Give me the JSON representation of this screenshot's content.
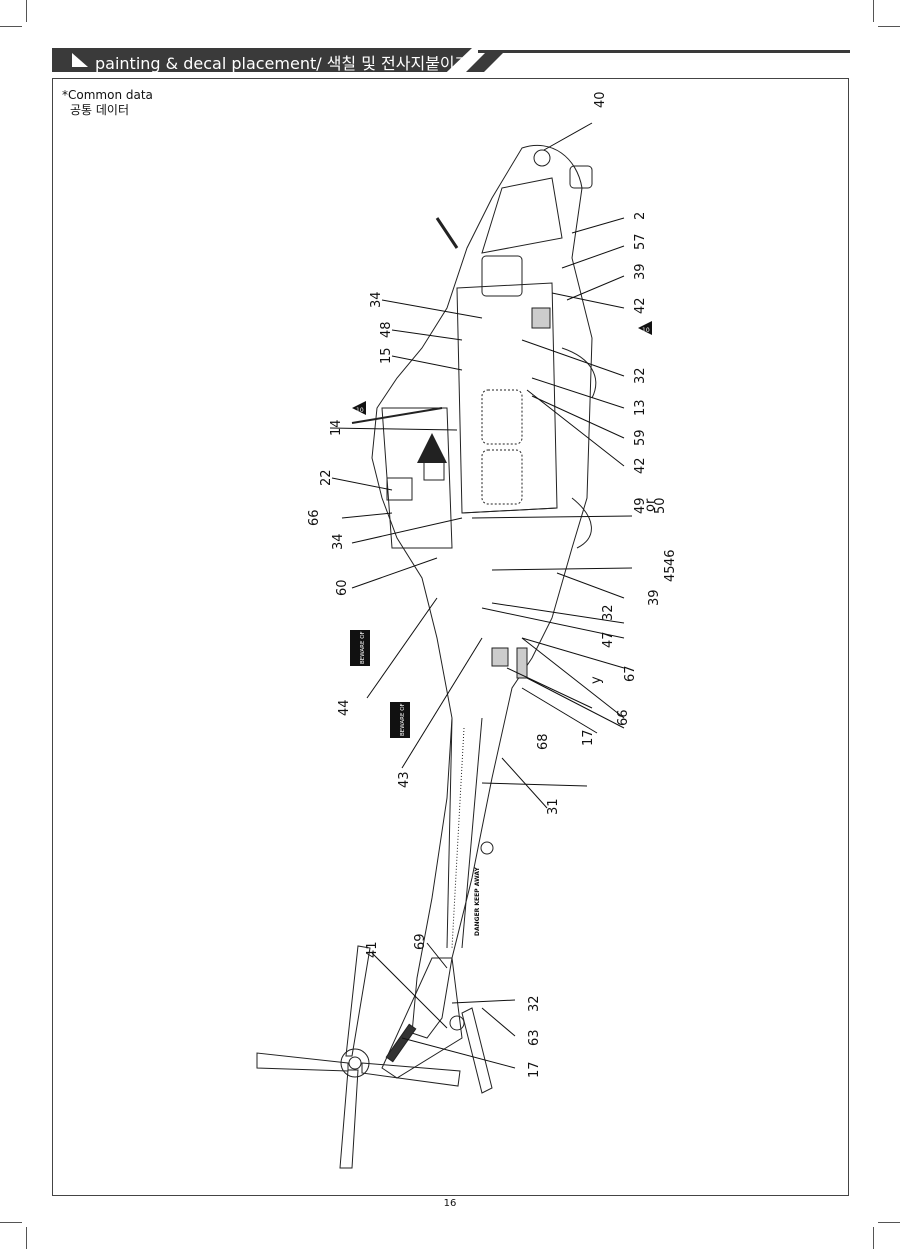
{
  "header": {
    "title": "painting & decal placement/ 색칠 및 전사지붙이기"
  },
  "note": {
    "line1": "*Common data",
    "line2": "공통 데이터"
  },
  "callouts": [
    {
      "id": "c40",
      "text": "40"
    },
    {
      "id": "c2",
      "text": "2"
    },
    {
      "id": "c57",
      "text": "57"
    },
    {
      "id": "c39a",
      "text": "39"
    },
    {
      "id": "c42a",
      "text": "42"
    },
    {
      "id": "c32a",
      "text": "32"
    },
    {
      "id": "c13",
      "text": "13"
    },
    {
      "id": "c59",
      "text": "59"
    },
    {
      "id": "c42b",
      "text": "42"
    },
    {
      "id": "c49",
      "text": "49"
    },
    {
      "id": "cor",
      "text": "or"
    },
    {
      "id": "c50",
      "text": "50"
    },
    {
      "id": "c46",
      "text": "46"
    },
    {
      "id": "c45",
      "text": "45"
    },
    {
      "id": "c39b",
      "text": "39"
    },
    {
      "id": "c32b",
      "text": "32"
    },
    {
      "id": "c47",
      "text": "47"
    },
    {
      "id": "c67",
      "text": "67"
    },
    {
      "id": "cy",
      "text": "y"
    },
    {
      "id": "c66b",
      "text": "66"
    },
    {
      "id": "c17a",
      "text": "17"
    },
    {
      "id": "c68",
      "text": "68"
    },
    {
      "id": "c31",
      "text": "31"
    },
    {
      "id": "c32c",
      "text": "32"
    },
    {
      "id": "c63",
      "text": "63"
    },
    {
      "id": "c17b",
      "text": "17"
    },
    {
      "id": "c41",
      "text": "41"
    },
    {
      "id": "c69",
      "text": "69"
    },
    {
      "id": "c43",
      "text": "43"
    },
    {
      "id": "c44",
      "text": "44"
    },
    {
      "id": "c60",
      "text": "60"
    },
    {
      "id": "c34b",
      "text": "34"
    },
    {
      "id": "c66a",
      "text": "66"
    },
    {
      "id": "c22",
      "text": "22"
    },
    {
      "id": "c14",
      "text": "14"
    },
    {
      "id": "c15",
      "text": "15"
    },
    {
      "id": "c48",
      "text": "48"
    },
    {
      "id": "c34a",
      "text": "34"
    }
  ],
  "markings": {
    "beware_1": "BEWARE OF BLAST",
    "beware_2": "BEWARE OF BLAST",
    "danger_tail": "DANGER KEEP AWAY",
    "marker_10": "10"
  },
  "page": {
    "number": "16"
  }
}
